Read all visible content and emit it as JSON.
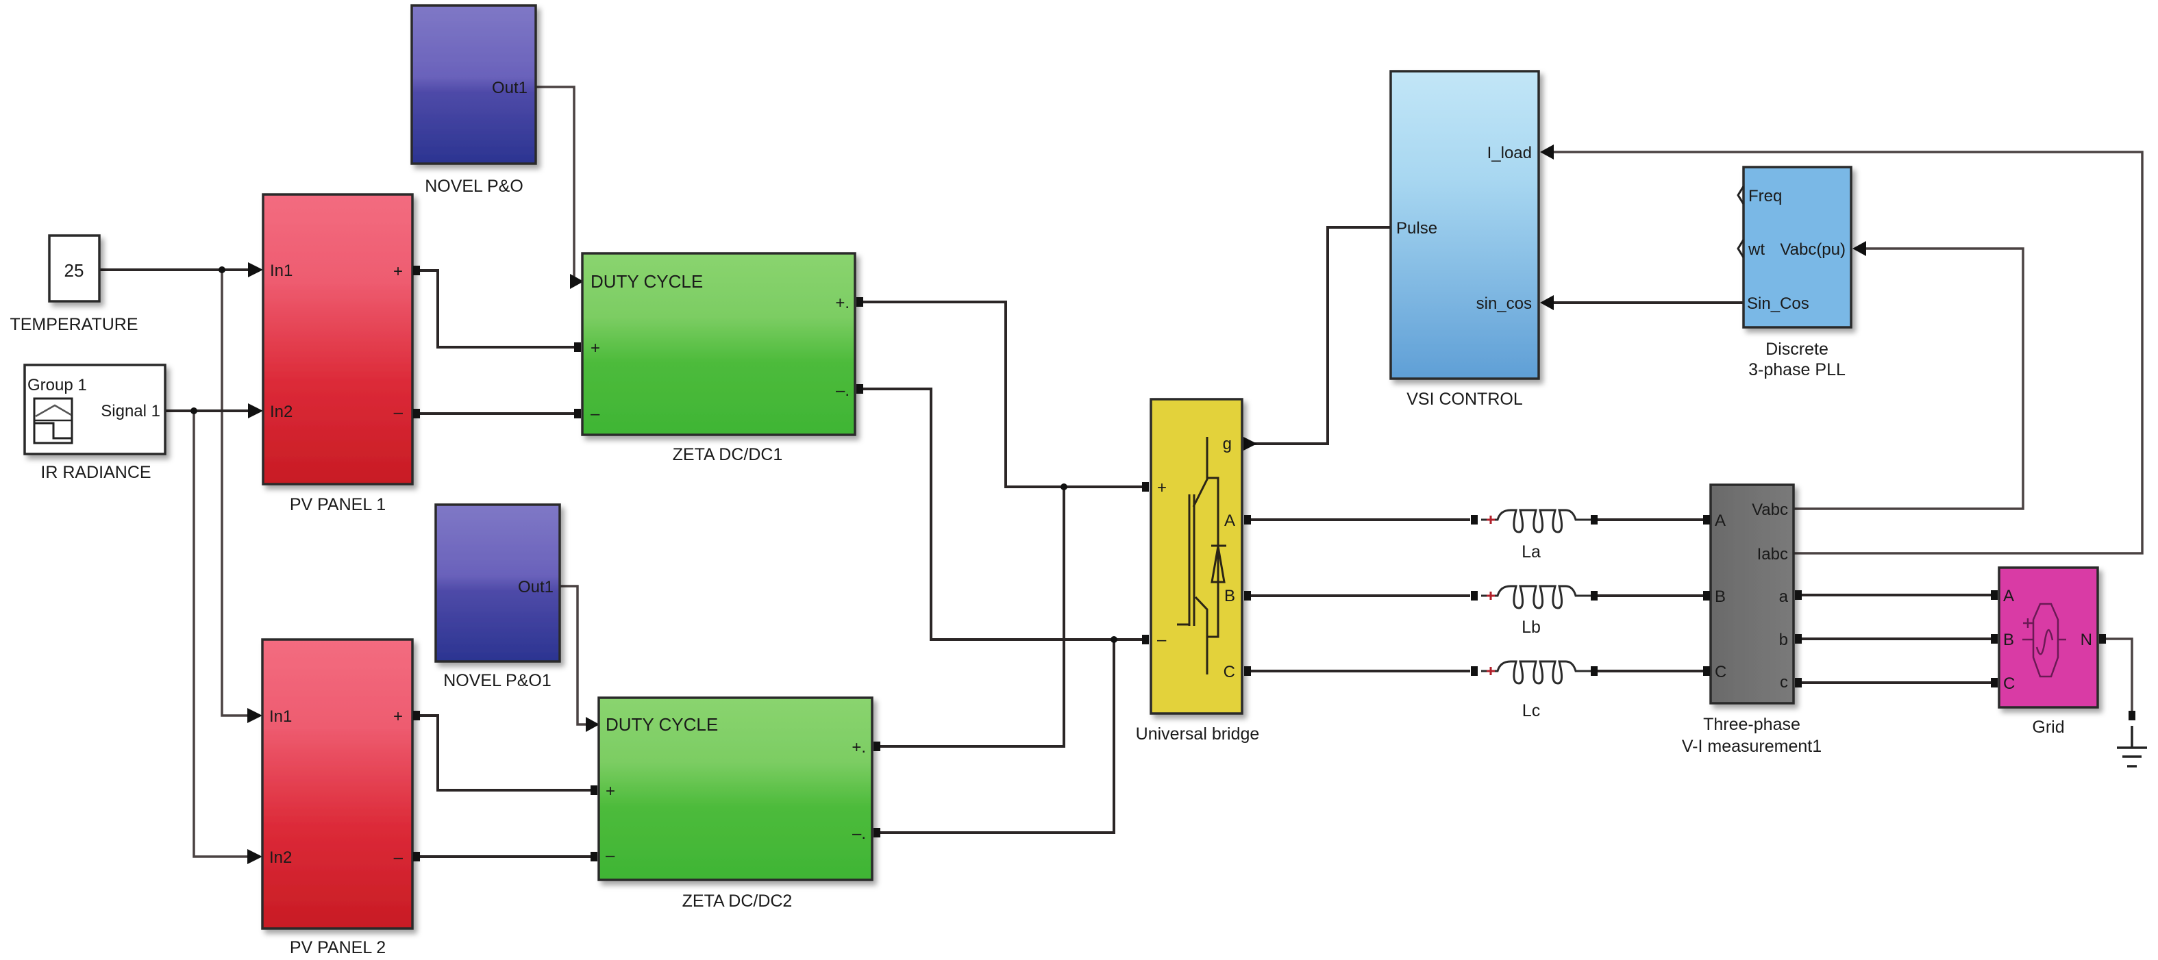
{
  "diagram": {
    "title": "PV grid-connected system Simulink model",
    "colors": {
      "pv_panel_top": "#f2697c",
      "pv_panel_bottom": "#c81c24",
      "mppt_top": "#7b74c4",
      "mppt_bottom": "#2b3491",
      "zeta_top": "#8bd46e",
      "zeta_bottom": "#3fb535",
      "bridge": "#e3d23a",
      "vsi_top": "#bfe3f6",
      "vsi_bottom": "#5f9fd6",
      "pll": "#7ab8e6",
      "measurement": "#6e6e6e",
      "grid": "#d93aa5",
      "wire": "#2b2626"
    },
    "blocks": {
      "temperature": {
        "value": "25",
        "label": "TEMPERATURE"
      },
      "ir_radiance": {
        "group": "Group 1",
        "output": "Signal 1",
        "label": "IR RADIANCE"
      },
      "pv_panel_1": {
        "label": "PV PANEL 1",
        "in1": "In1",
        "in2": "In2",
        "plus": "+",
        "minus": "–"
      },
      "pv_panel_2": {
        "label": "PV PANEL 2",
        "in1": "In1",
        "in2": "In2",
        "plus": "+",
        "minus": "–"
      },
      "novel_po": {
        "label": "NOVEL P&O",
        "out": "Out1"
      },
      "novel_po1": {
        "label": "NOVEL P&O1",
        "out": "Out1"
      },
      "zeta_1": {
        "label": "ZETA DC/DC1",
        "duty": "DUTY CYCLE",
        "in_plus": "+",
        "in_minus": "–",
        "out_plus": "+.",
        "out_minus": "–."
      },
      "zeta_2": {
        "label": "ZETA DC/DC2",
        "duty": "DUTY CYCLE",
        "in_plus": "+",
        "in_minus": "–",
        "out_plus": "+.",
        "out_minus": "–."
      },
      "universal_bridge": {
        "label": "Universal bridge",
        "g": "g",
        "plus": "+",
        "minus": "–",
        "a": "A",
        "b": "B",
        "c": "C"
      },
      "vsi_control": {
        "label": "VSI CONTROL",
        "i_load": "I_load",
        "pulse": "Pulse",
        "sin_cos": "sin_cos"
      },
      "pll": {
        "label_line1": "Discrete",
        "label_line2": "3-phase PLL",
        "freq": "Freq",
        "wt": "wt",
        "vabc": "Vabc(pu)",
        "sin_cos": "Sin_Cos"
      },
      "inductors": [
        {
          "label": "La"
        },
        {
          "label": "Lb"
        },
        {
          "label": "Lc"
        }
      ],
      "measurement": {
        "label_line1": "Three-phase",
        "label_line2": "V-I measurement1",
        "A": "A",
        "B": "B",
        "C": "C",
        "vabc": "Vabc",
        "iabc": "Iabc",
        "a": "a",
        "b": "b",
        "c": "c"
      },
      "grid": {
        "label": "Grid",
        "A": "A",
        "B": "B",
        "C": "C",
        "N": "N"
      }
    }
  }
}
